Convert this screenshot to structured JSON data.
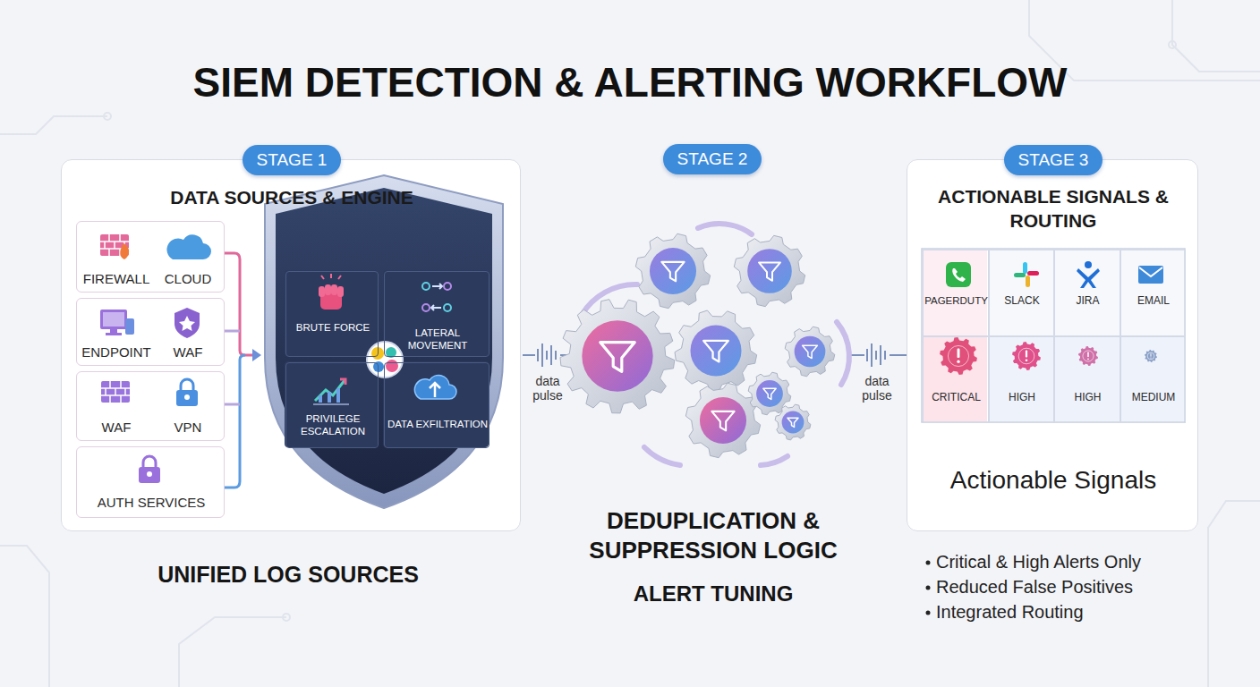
{
  "diagram": {
    "title": "SIEM DETECTION & ALERTING WORKFLOW",
    "nodes": [
      {
        "text": [
          "STAGE 1",
          "DATA SOURCES & ENGINE"
        ]
      },
      {
        "text": [
          "FIREWALL",
          "CLOUD"
        ],
        "in": 0
      },
      {
        "text": [
          "ENDPOINT",
          "WAF"
        ],
        "in": 0
      },
      {
        "text": [
          "WAF",
          "VPN"
        ],
        "in": 0
      },
      {
        "text": [
          "AUTH SERVICES"
        ],
        "in": 0
      },
      {
        "text": [
          "BRUTE FORCE"
        ],
        "in": 0
      },
      {
        "text": [
          "LATERAL MOVEMENT"
        ],
        "in": 0
      },
      {
        "text": [
          "PRIVILEGE ESCALATION"
        ],
        "in": 0
      },
      {
        "text": [
          "DATA EXFILTRATION"
        ],
        "in": 0
      },
      {
        "text": [
          "STAGE 2"
        ]
      },
      {
        "text": [
          "STAGE 3",
          "ACTIONABLE SIGNALS & ROUTING",
          "Actionable Signals"
        ]
      },
      {
        "text": [
          "PAGERDUTY"
        ],
        "in": 10
      },
      {
        "text": [
          "SLACK"
        ],
        "in": 10
      },
      {
        "text": [
          "JIRA"
        ],
        "in": 10
      },
      {
        "text": [
          "EMAIL"
        ],
        "in": 10
      },
      {
        "text": [
          "CRITICAL"
        ],
        "in": 10
      },
      {
        "text": [
          "HIGH"
        ],
        "in": 10
      },
      {
        "text": [
          "HIGH"
        ],
        "in": 10
      },
      {
        "text": [
          "MEDIUM"
        ],
        "in": 10
      }
    ],
    "labels": [
      "UNIFIED LOG SOURCES",
      "data pulse",
      "data pulse",
      "DEDUPLICATION & SUPPRESSION LOGIC",
      "ALERT TUNING",
      "Critical & High Alerts Only",
      "Reduced False Positives",
      "Integrated Routing"
    ]
  }
}
